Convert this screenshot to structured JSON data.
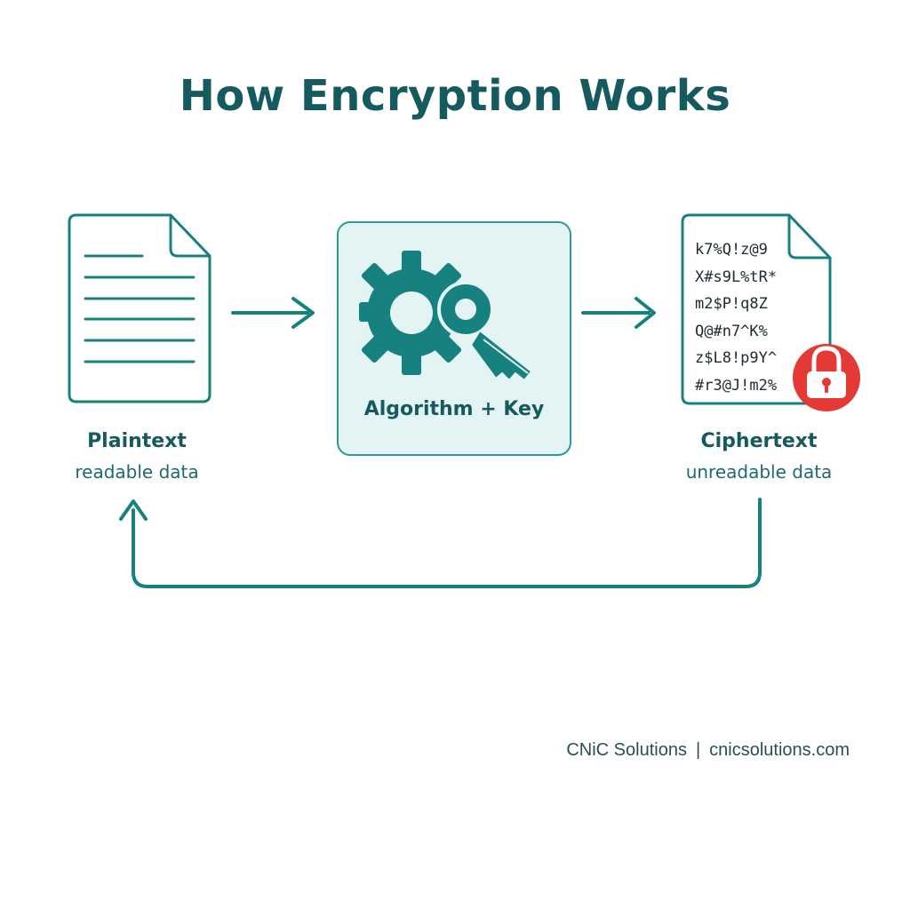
{
  "title": "How Encryption Works",
  "colors": {
    "primary": "#17817f",
    "title": "#145a5e",
    "box_fill": "#e4f4f5",
    "lock_red": "#e53935"
  },
  "nodes": {
    "plaintext": {
      "label": "Plaintext",
      "sublabel": "readable data",
      "icon": "document-icon"
    },
    "algorithm": {
      "label": "Algorithm + Key",
      "icon": "gear-key-icon"
    },
    "ciphertext": {
      "label": "Ciphertext",
      "sublabel": "unreadable data",
      "icon": "encrypted-document-icon",
      "badge_icon": "padlock-icon",
      "lines": [
        "k7%Q!z@9",
        "X#s9L%tR*",
        "m2$P!q8Z",
        "Q@#n7^K%",
        "z$L8!p9Y^",
        "#r3@J!m2%"
      ]
    }
  },
  "edges": [
    {
      "from": "plaintext",
      "to": "algorithm"
    },
    {
      "from": "algorithm",
      "to": "ciphertext"
    },
    {
      "from": "ciphertext",
      "to": "plaintext"
    }
  ],
  "footer": {
    "company": "CNiC Solutions",
    "separator": "|",
    "website": "cnicsolutions.com"
  }
}
